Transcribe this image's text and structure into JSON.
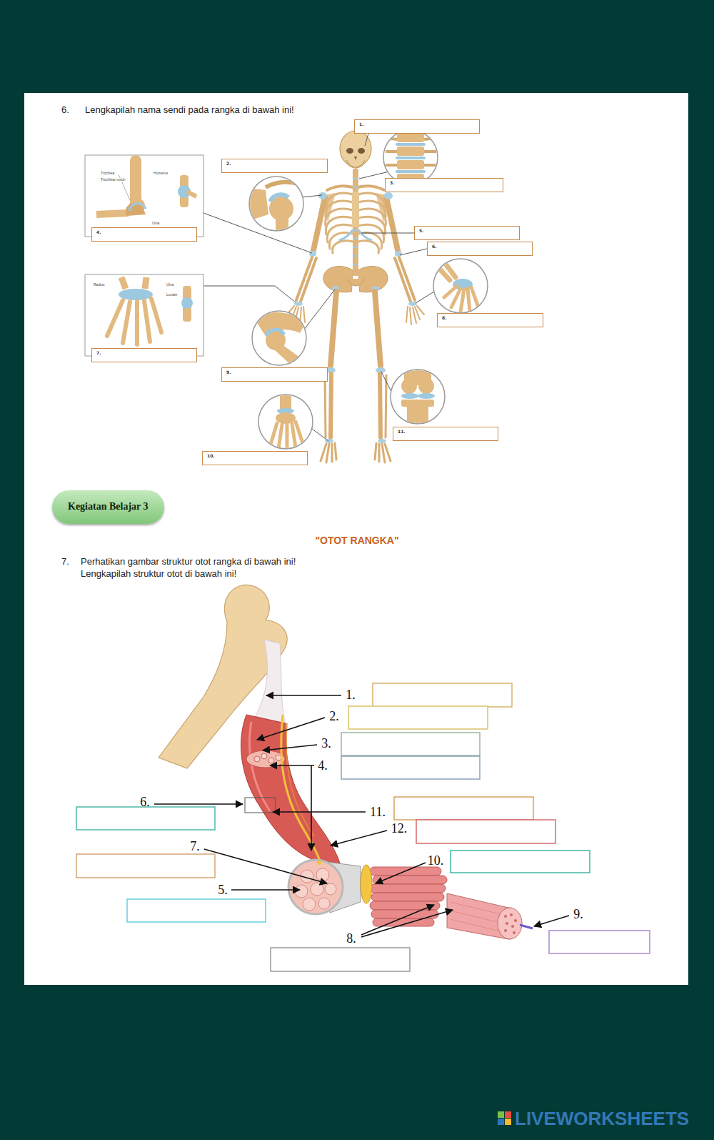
{
  "diagram": {
    "nodes": [
      {
        "text": [
          "1."
        ]
      },
      {
        "text": [
          "2."
        ]
      },
      {
        "text": [
          "3."
        ]
      },
      {
        "text": [
          "4."
        ]
      },
      {
        "text": [
          "5."
        ]
      },
      {
        "text": [
          "6."
        ]
      },
      {
        "text": [
          "7."
        ]
      },
      {
        "text": [
          "8."
        ]
      },
      {
        "text": [
          "9."
        ]
      },
      {
        "text": [
          "10."
        ]
      },
      {
        "text": [
          "11."
        ]
      },
      {
        "text": [
          "Kegiatan Belajar 3"
        ]
      }
    ],
    "labels": [
      "6.",
      "Lengkapilah nama sendi pada rangka di bawah ini!",
      "Trochlea",
      "Trochlear notch",
      "Humerus",
      "Ulna",
      "Radius",
      "Ulna",
      "Lunate",
      "\"OTOT RANGKA\"",
      "7.",
      "Perhatikan gambar struktur otot rangka di bawah ini!",
      "Lengkapilah struktur otot di bawah ini!",
      "1.",
      "2.",
      "3.",
      "4.",
      "5.",
      "6.",
      "7.",
      "8.",
      "9.",
      "10.",
      "11.",
      "12.",
      "LIVEWORKSHEETS"
    ]
  }
}
